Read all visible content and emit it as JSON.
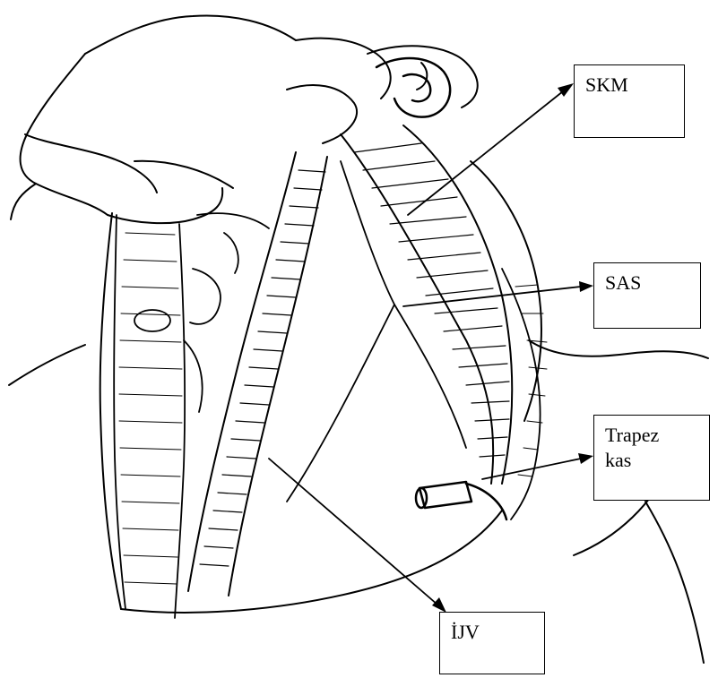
{
  "figure": {
    "stroke_color": "#000000",
    "background": "#ffffff"
  },
  "labels": {
    "skm": "SKM",
    "sas": "SAS",
    "trapez": "Trapez\nkas",
    "ijv": "İJV"
  }
}
